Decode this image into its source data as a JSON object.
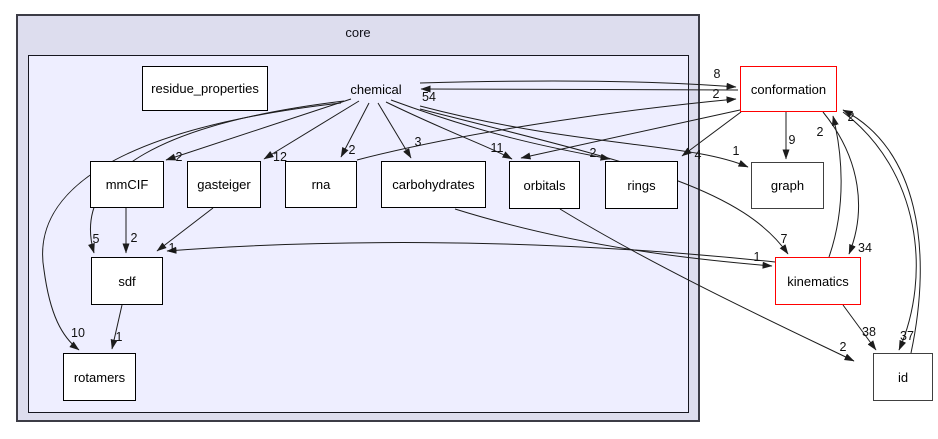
{
  "colors": {
    "outer_cluster_fill": "#ddddee",
    "inner_cluster_fill": "#eeeeff",
    "cluster_border": "#3c3c46",
    "node_border": "#000000",
    "external_node_border": "#404040",
    "highlight_node_border": "#ff0000",
    "edge": "#1c1c1c"
  },
  "clusters": {
    "outer_label": "core"
  },
  "current_dir_label": "chemical",
  "nodes": [
    {
      "id": "residue_properties",
      "label": "residue_properties",
      "type": "normal"
    },
    {
      "id": "conformation",
      "label": "conformation",
      "type": "highlight"
    },
    {
      "id": "mmCIF",
      "label": "mmCIF",
      "type": "normal"
    },
    {
      "id": "gasteiger",
      "label": "gasteiger",
      "type": "normal"
    },
    {
      "id": "rna",
      "label": "rna",
      "type": "normal"
    },
    {
      "id": "carbohydrates",
      "label": "carbohydrates",
      "type": "normal"
    },
    {
      "id": "orbitals",
      "label": "orbitals",
      "type": "normal"
    },
    {
      "id": "rings",
      "label": "rings",
      "type": "normal"
    },
    {
      "id": "graph",
      "label": "graph",
      "type": "external"
    },
    {
      "id": "sdf",
      "label": "sdf",
      "type": "normal"
    },
    {
      "id": "kinematics",
      "label": "kinematics",
      "type": "highlight"
    },
    {
      "id": "rotamers",
      "label": "rotamers",
      "type": "normal"
    },
    {
      "id": "id",
      "label": "id",
      "type": "external"
    }
  ],
  "edges": [
    {
      "from": "conformation",
      "to": "chemical",
      "label": "54"
    },
    {
      "from": "chemical",
      "to": "conformation",
      "label": "8"
    },
    {
      "from": "rna",
      "to": "conformation",
      "label": "2"
    },
    {
      "from": "chemical",
      "to": "mmCIF",
      "label": "2"
    },
    {
      "from": "chemical",
      "to": "gasteiger",
      "label": "12"
    },
    {
      "from": "chemical",
      "to": "rna",
      "label": "2"
    },
    {
      "from": "chemical",
      "to": "carbohydrates",
      "label": "3"
    },
    {
      "from": "chemical",
      "to": "orbitals",
      "label": "11"
    },
    {
      "from": "chemical",
      "to": "rings",
      "label": "2"
    },
    {
      "from": "conformation",
      "to": "rings",
      "label": "4"
    },
    {
      "from": "chemical",
      "to": "graph",
      "label": "1"
    },
    {
      "from": "conformation",
      "to": "graph",
      "label": "9"
    },
    {
      "from": "chemical",
      "to": "kinematics",
      "label": "7"
    },
    {
      "from": "conformation",
      "to": "kinematics",
      "label": "34"
    },
    {
      "from": "kinematics",
      "to": "id",
      "label": "38"
    },
    {
      "from": "conformation",
      "to": "id",
      "label": "37"
    },
    {
      "from": "carbohydrates",
      "to": "kinematics",
      "label": "1"
    },
    {
      "from": "orbitals",
      "to": "id",
      "label": "2"
    },
    {
      "from": "kinematics",
      "to": "sdf",
      "label": "1"
    },
    {
      "from": "gasteiger",
      "to": "sdf",
      "label": ""
    },
    {
      "from": "chemical",
      "to": "sdf",
      "label": "5"
    },
    {
      "from": "mmCIF",
      "to": "sdf",
      "label": "2"
    },
    {
      "from": "sdf",
      "to": "rotamers",
      "label": "1"
    },
    {
      "from": "chemical",
      "to": "rotamers",
      "label": "10"
    },
    {
      "from": "kinematics",
      "to": "conformation",
      "label": "2"
    },
    {
      "from": "id",
      "to": "conformation",
      "label": "2"
    },
    {
      "from": "conformation",
      "to": "orbitals",
      "label": ""
    }
  ]
}
